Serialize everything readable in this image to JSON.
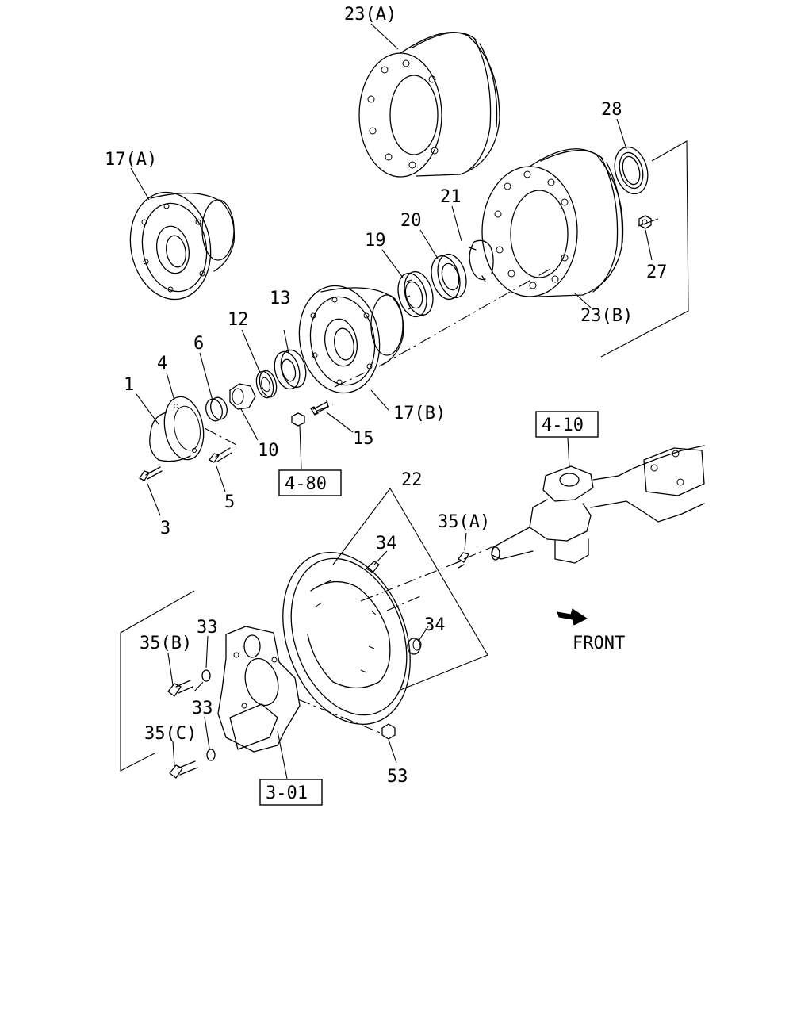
{
  "labels": {
    "p23a": "23(A)",
    "p28": "28",
    "p17a": "17(A)",
    "p21": "21",
    "p20": "20",
    "p19": "19",
    "p27": "27",
    "p13": "13",
    "p12": "12",
    "p23b": "23(B)",
    "p6": "6",
    "p4": "4",
    "p1": "1",
    "p10": "10",
    "p17b": "17(B)",
    "p15": "15",
    "p5": "5",
    "p3": "3",
    "p22": "22",
    "p35a": "35(A)",
    "p34a": "34",
    "p34b": "34",
    "p35b": "35(B)",
    "p33a": "33",
    "p33b": "33",
    "p35c": "35(C)",
    "p53": "53",
    "front": "FRONT"
  },
  "refs": {
    "r410": "4-10",
    "r480": "4-80",
    "r301": "3-01"
  }
}
